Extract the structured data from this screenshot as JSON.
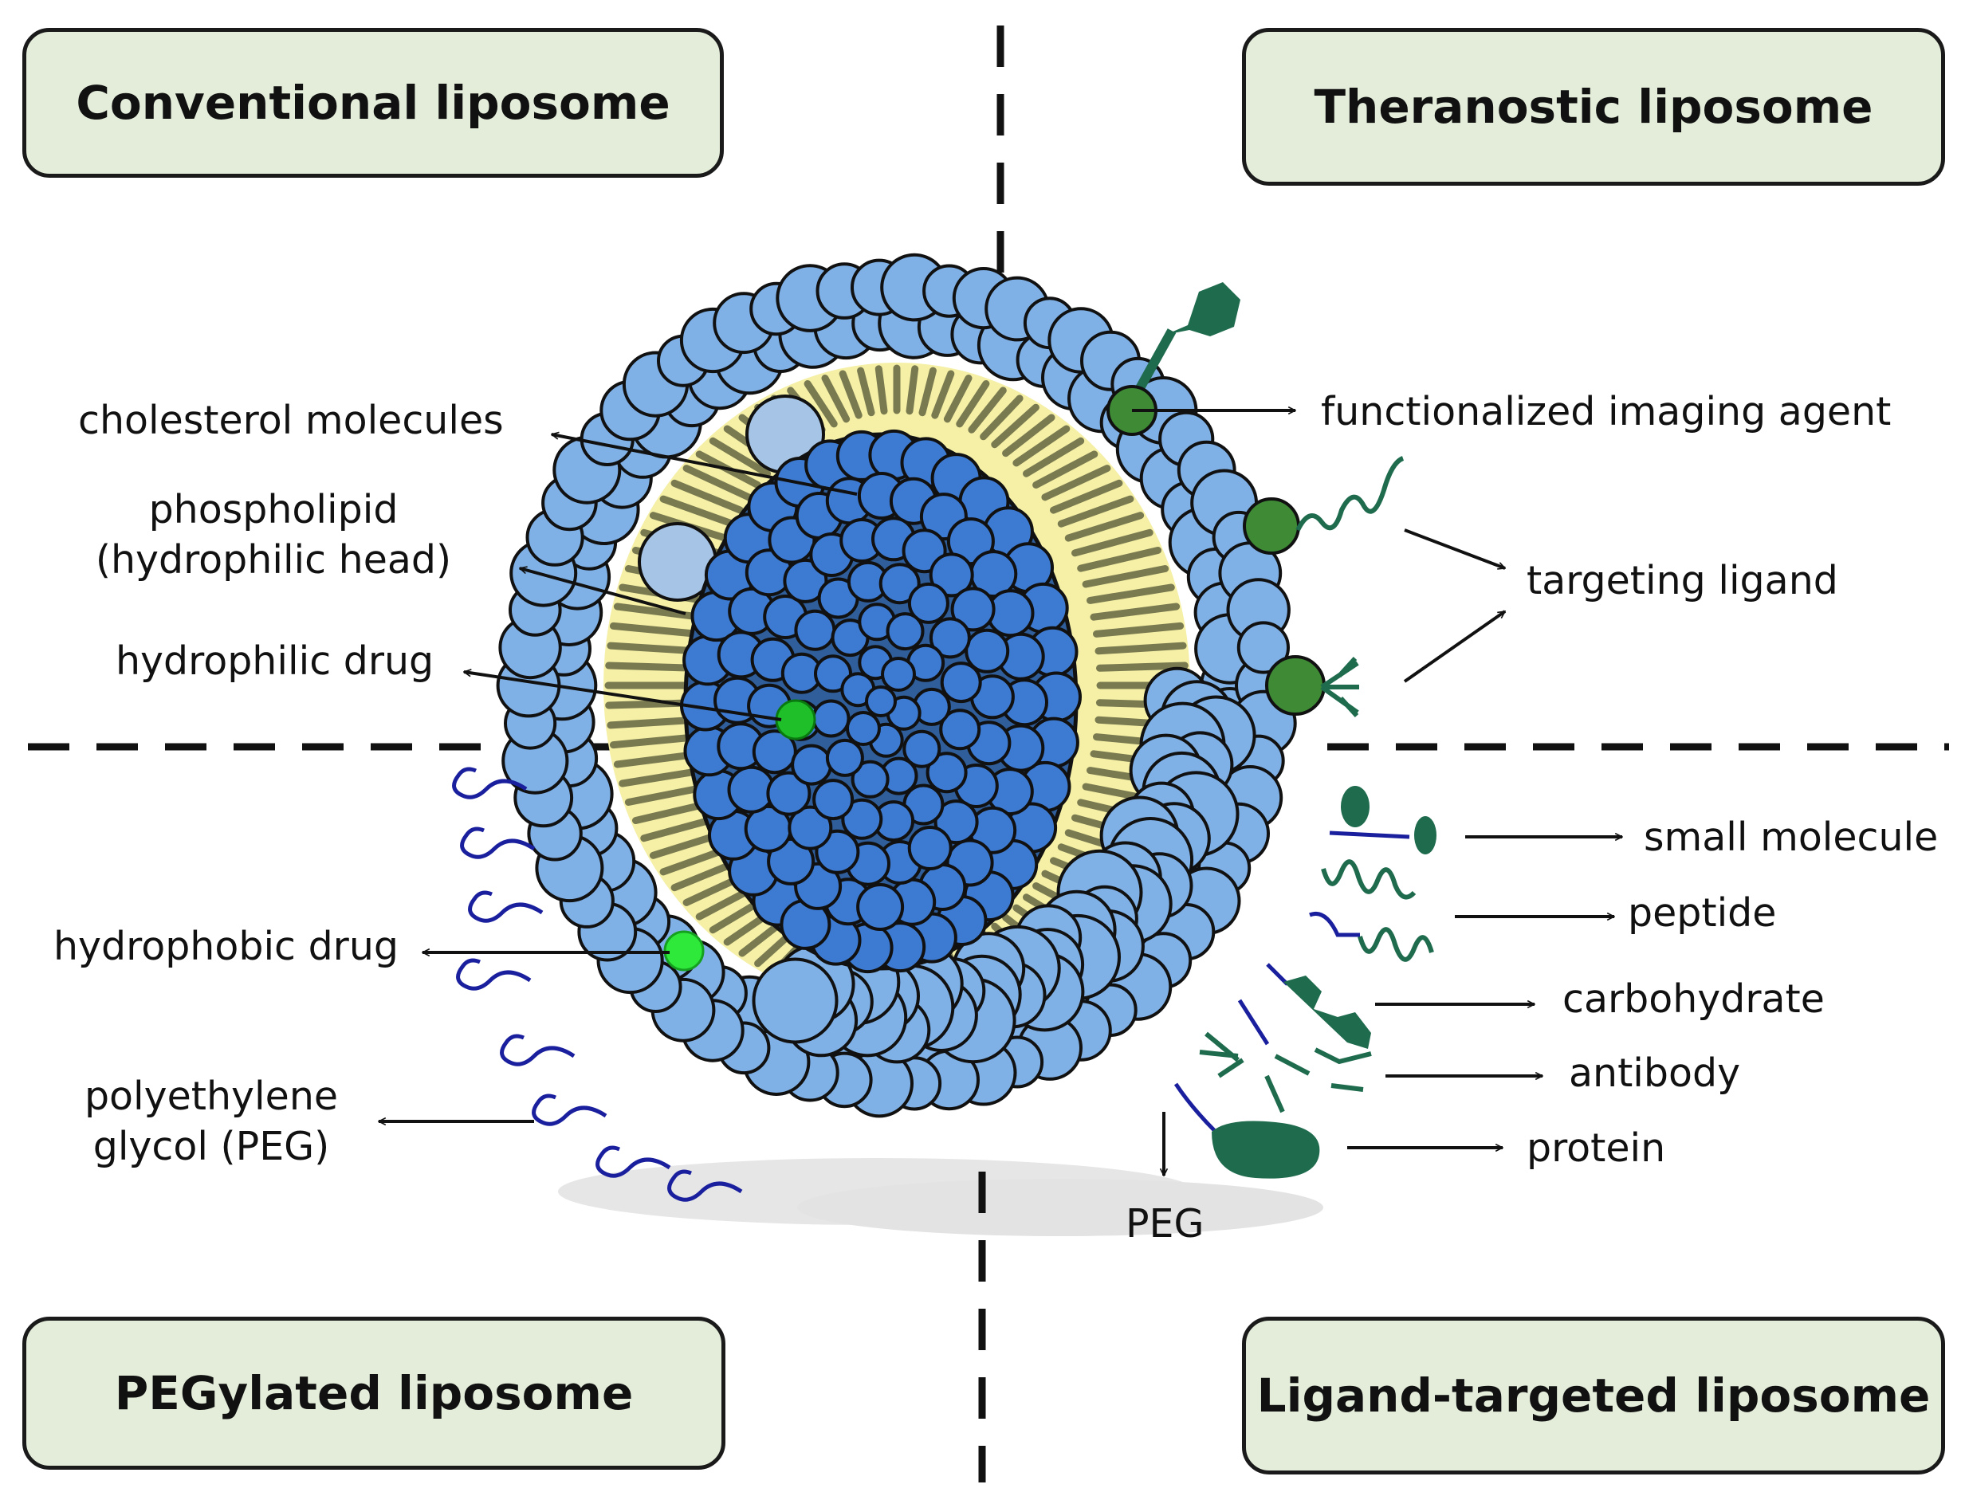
{
  "titles": {
    "conventional": "Conventional liposome",
    "theranostic": "Theranostic liposome",
    "pegylated": "PEGylated liposome",
    "ligand_targeted": "Ligand-targeted liposome"
  },
  "labels": {
    "cholesterol": "cholesterol molecules",
    "phospholipid_line1": "phospholipid",
    "phospholipid_line2": "(hydrophilic head)",
    "hydrophilic_drug": "hydrophilic drug",
    "hydrophobic_drug": "hydrophobic drug",
    "peg_line1": "polyethylene",
    "peg_line2": "glycol (PEG)",
    "imaging_agent": "functionalized imaging agent",
    "targeting_ligand": "targeting ligand",
    "small_molecule": "small molecule",
    "peptide": "peptide",
    "carbohydrate": "carbohydrate",
    "antibody": "antibody",
    "protein": "protein",
    "peg_short": "PEG"
  },
  "colors": {
    "box_fill": "#e3edda",
    "outer_head": "#7fb0e6",
    "inner_head": "#3d7ad2",
    "cholesterol": "#a6c4e6",
    "tails": "#7a7a50",
    "tail_bg": "#f5f0a5",
    "drug_green": "#22cc22",
    "ligand_green": "#1f6b4e",
    "peg_blue": "#1a1f9e"
  }
}
